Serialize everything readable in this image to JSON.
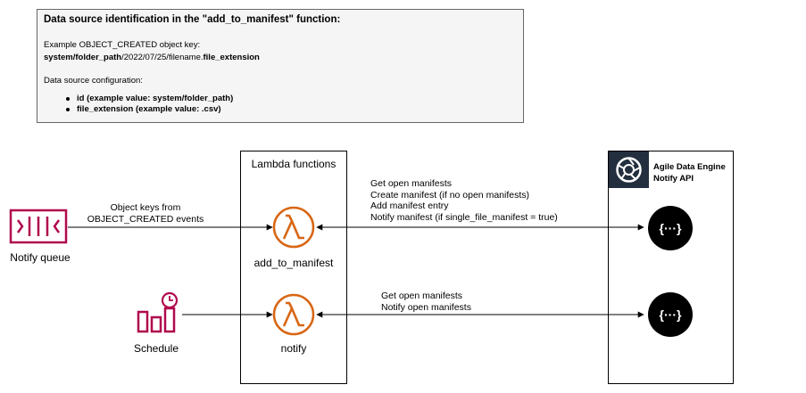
{
  "note": {
    "title": "Data source identification in the \"add_to_manifest\" function:",
    "example_label": "Example OBJECT_CREATED object key:",
    "example_key_bold_1": "system/folder_path",
    "example_key_plain": "/2022/07/25/filename.",
    "example_key_bold_2": "file_extension",
    "config_label": "Data source configuration:",
    "config_items": [
      "id (example value: system/folder_path)",
      "file_extension (example value: .csv)"
    ]
  },
  "lambda_group": {
    "title": "Lambda functions"
  },
  "functions": [
    {
      "name": "add_to_manifest"
    },
    {
      "name": "notify"
    }
  ],
  "sources": {
    "queue": {
      "label": "Notify queue",
      "arrow_label_1": "Object keys from",
      "arrow_label_2": "OBJECT_CREATED events"
    },
    "schedule": {
      "label": "Schedule"
    }
  },
  "api": {
    "title_1": "Agile Data Engine",
    "title_2": "Notify API",
    "endpoint_glyph": "{···}"
  },
  "calls": {
    "add_to_manifest": [
      "Get open manifests",
      "Create manifest (if no open manifests)",
      "Add manifest entry",
      "Notify manifest (if single_file_manifest = true)"
    ],
    "notify": [
      "Get open manifests",
      "Notify open manifests"
    ]
  },
  "colors": {
    "lambda_orange": "#d86613",
    "integration_pink": "#b0084d",
    "api_dark": "#232f3e",
    "note_bg": "#f5f5f5"
  },
  "icons": [
    "sqs-queue-icon",
    "schedule-icon",
    "lambda-icon",
    "api-endpoint-icon",
    "ade-logo-icon"
  ]
}
